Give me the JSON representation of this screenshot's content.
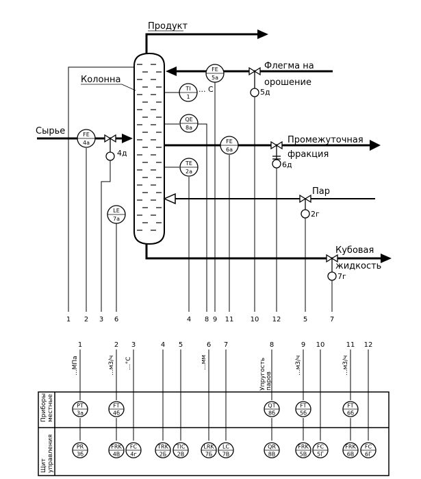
{
  "labels": {
    "product": "Продукт",
    "column": "Колонна",
    "feed": "Сырье",
    "reflux_1": "Флегма на",
    "reflux_2": "орошение",
    "intermediate_1": "Промежуточная",
    "intermediate_2": "фракция",
    "steam": "Пар",
    "bottoms_1": "Кубовая",
    "bottoms_2": "жидкость",
    "temp_unit": "... C"
  },
  "valves": {
    "v4": "4д",
    "v5": "5д",
    "v6": "6д",
    "v2": "2г",
    "v7": "7г"
  },
  "field_instruments": [
    {
      "id": "fe4a",
      "l1": "FE",
      "l2": "4a"
    },
    {
      "id": "fe5a",
      "l1": "FE",
      "l2": "5a"
    },
    {
      "id": "ti1",
      "l1": "TI",
      "l2": "1"
    },
    {
      "id": "qe8a",
      "l1": "QE",
      "l2": "8a"
    },
    {
      "id": "fe6a",
      "l1": "FE",
      "l2": "6a"
    },
    {
      "id": "te2a",
      "l1": "TE",
      "l2": "2a"
    },
    {
      "id": "le7a",
      "l1": "LE",
      "l2": "7a"
    }
  ],
  "upper_line_numbers": [
    "1",
    "2",
    "3",
    "6",
    "4",
    "8",
    "9",
    "11",
    "10",
    "12",
    "5",
    "7"
  ],
  "lower_line_numbers": [
    "1",
    "2",
    "3",
    "4",
    "5",
    "6",
    "7",
    "8",
    "9",
    "10",
    "11",
    "12"
  ],
  "units": {
    "u1": "...МПа",
    "u2": "...м3/ч",
    "u3": "...°С",
    "u6": "...мм",
    "u8a": "Упругость",
    "u8b": "паров",
    "u9": "...м3/ч",
    "u11": "...м3/ч"
  },
  "rows": {
    "local_1": "Приборы",
    "local_2": "местные",
    "panel_1": "Щит",
    "panel_2": "управления"
  },
  "local_instruments": [
    {
      "id": "pt3a",
      "l1": "PT",
      "l2": "3a"
    },
    {
      "id": "ft4b",
      "l1": "FT",
      "l2": "4б"
    },
    {
      "id": "qt8b",
      "l1": "QT",
      "l2": "8б"
    },
    {
      "id": "ft5b",
      "l1": "FT",
      "l2": "5б"
    },
    {
      "id": "ft6b",
      "l1": "FT",
      "l2": "6б"
    }
  ],
  "panel_instruments": [
    {
      "id": "pr3b",
      "l1": "PR",
      "l2": "3б"
    },
    {
      "id": "frk4v",
      "l1": "FRK",
      "l2": "4В"
    },
    {
      "id": "fc4g",
      "l1": "FC",
      "l2": "4г"
    },
    {
      "id": "trk2b",
      "l1": "TRK",
      "l2": "2Б"
    },
    {
      "id": "tc2v",
      "l1": "TIC",
      "l2": "2В"
    },
    {
      "id": "lrk7b",
      "l1": "LRK",
      "l2": "7Б"
    },
    {
      "id": "lc7v",
      "l1": "LC",
      "l2": "7В"
    },
    {
      "id": "qr8v",
      "l1": "QR",
      "l2": "8В"
    },
    {
      "id": "frk5v",
      "l1": "FRK",
      "l2": "5В"
    },
    {
      "id": "fc5g",
      "l1": "FC",
      "l2": "5Г"
    },
    {
      "id": "frk6v",
      "l1": "FRK",
      "l2": "6В"
    },
    {
      "id": "fc6g",
      "l1": "FC",
      "l2": "6Г"
    }
  ]
}
